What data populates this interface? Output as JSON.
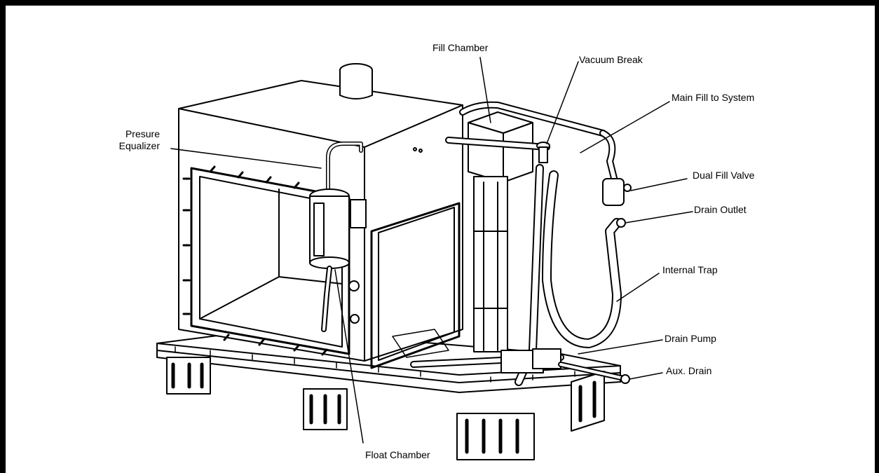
{
  "labels": {
    "fill_chamber": "Fill Chamber",
    "vacuum_break": "Vacuum Break",
    "main_fill_to_system": "Main Fill to System",
    "presure_equalizer_line1": "Presure",
    "presure_equalizer_line2": "Equalizer",
    "dual_fill_valve": "Dual Fill Valve",
    "drain_outlet": "Drain Outlet",
    "internal_trap": "Internal Trap",
    "drain_pump": "Drain Pump",
    "aux_drain": "Aux. Drain",
    "float_chamber": "Float Chamber"
  },
  "colors": {
    "stroke": "#000000",
    "background": "#ffffff"
  }
}
